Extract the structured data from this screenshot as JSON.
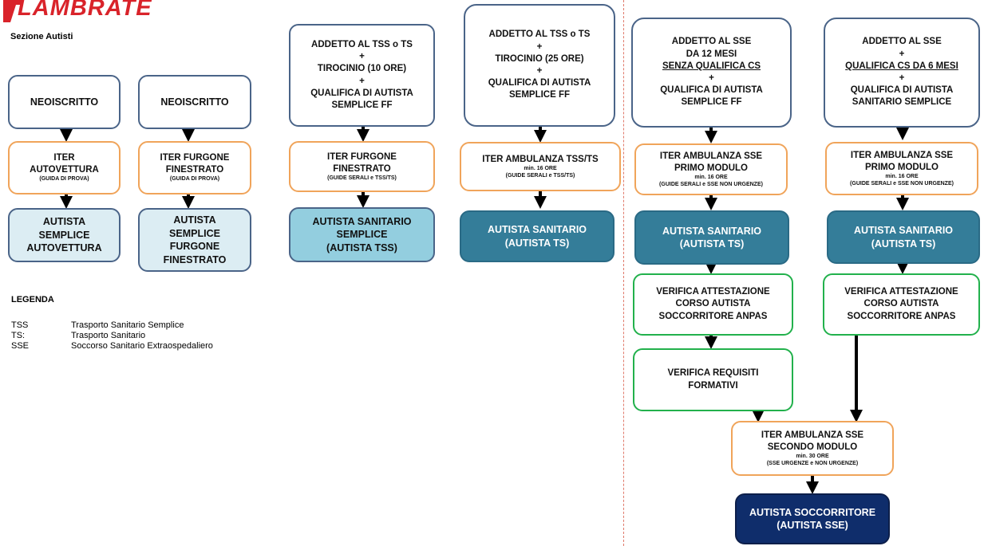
{
  "header": {
    "logo_text": "LAMBRATE",
    "section": "Sezione Autisti"
  },
  "col1": {
    "start": "NEOISCRITTO",
    "iter_title": "ITER AUTOVETTURA",
    "iter_note": "(GUIDA DI PROVA)",
    "result": "AUTISTA SEMPLICE AUTOVETTURA"
  },
  "col2": {
    "start": "NEOISCRITTO",
    "iter_title": "ITER FURGONE FINESTRATO",
    "iter_note": "(GUIDA DI PROVA)",
    "result": "AUTISTA SEMPLICE FURGONE FINESTRATO"
  },
  "col3": {
    "start_l1": "ADDETTO AL TSS o TS",
    "plus": "+",
    "start_l2": "TIROCINIO (10 ORE)",
    "start_l3": "QUALIFICA DI AUTISTA SEMPLICE FF",
    "iter_title": "ITER FURGONE FINESTRATO",
    "iter_note": "(GUIDE SERALI e TSS/TS)",
    "result_l1": "AUTISTA SANITARIO SEMPLICE",
    "result_l2": "(AUTISTA TSS)"
  },
  "col4": {
    "start_l1": "ADDETTO AL TSS o TS",
    "plus": "+",
    "start_l2": "TIROCINIO (25 ORE)",
    "start_l3": "QUALIFICA DI AUTISTA SEMPLICE FF",
    "iter_title": "ITER AMBULANZA TSS/TS",
    "iter_min": "min. 16 ORE",
    "iter_note": "(GUIDE SERALI e TSS/TS)",
    "result_l1": "AUTISTA SANITARIO",
    "result_l2": "(AUTISTA TS)"
  },
  "col5": {
    "start_l1": "ADDETTO AL SSE",
    "start_l2": "DA 12 MESI",
    "start_l3": "SENZA QUALIFICA CS",
    "plus": "+",
    "start_l4": "QUALIFICA DI AUTISTA SEMPLICE FF",
    "iter_title": "ITER AMBULANZA SSE PRIMO MODULO",
    "iter_min": "min. 16 ORE",
    "iter_note": "(GUIDE SERALI e SSE NON URGENZE)",
    "result_l1": "AUTISTA SANITARIO",
    "result_l2": "(AUTISTA TS)",
    "verify1": "VERIFICA ATTESTAZIONE CORSO AUTISTA SOCCORRITORE ANPAS",
    "verify2": "VERIFICA REQUISITI FORMATIVI"
  },
  "col6": {
    "start_l1": "ADDETTO AL SSE",
    "plus": "+",
    "start_l2": "QUALIFICA CS DA 6 MESI",
    "start_l3": "QUALIFICA DI AUTISTA SANITARIO SEMPLICE",
    "iter_title": "ITER AMBULANZA SSE PRIMO MODULO",
    "iter_min": "min. 16 ORE",
    "iter_note": "(GUIDE SERALI e SSE NON URGENZE)",
    "result_l1": "AUTISTA SANITARIO",
    "result_l2": "(AUTISTA TS)",
    "verify1": "VERIFICA ATTESTAZIONE CORSO AUTISTA SOCCORRITORE ANPAS"
  },
  "final": {
    "iter_title": "ITER AMBULANZA SSE SECONDO MODULO",
    "iter_min": "min. 30 ORE",
    "iter_note": "(SSE URGENZE e NON URGENZE)",
    "result_l1": "AUTISTA SOCCORRITORE",
    "result_l2": "(AUTISTA SSE)"
  },
  "legend": {
    "title": "LEGENDA",
    "items": [
      {
        "abbr": "TSS",
        "text": "Trasporto Sanitario Semplice"
      },
      {
        "abbr": "TS:",
        "text": "Trasporto Sanitario"
      },
      {
        "abbr": "SSE",
        "text": "Soccorso Sanitario Extraospedaliero"
      }
    ]
  },
  "colors": {
    "brand_red": "#d9232a",
    "box_blue": "#4a6488",
    "orange": "#f0a45a",
    "green": "#22b14c",
    "teal": "#347d99",
    "navy": "#0f2d6b"
  }
}
